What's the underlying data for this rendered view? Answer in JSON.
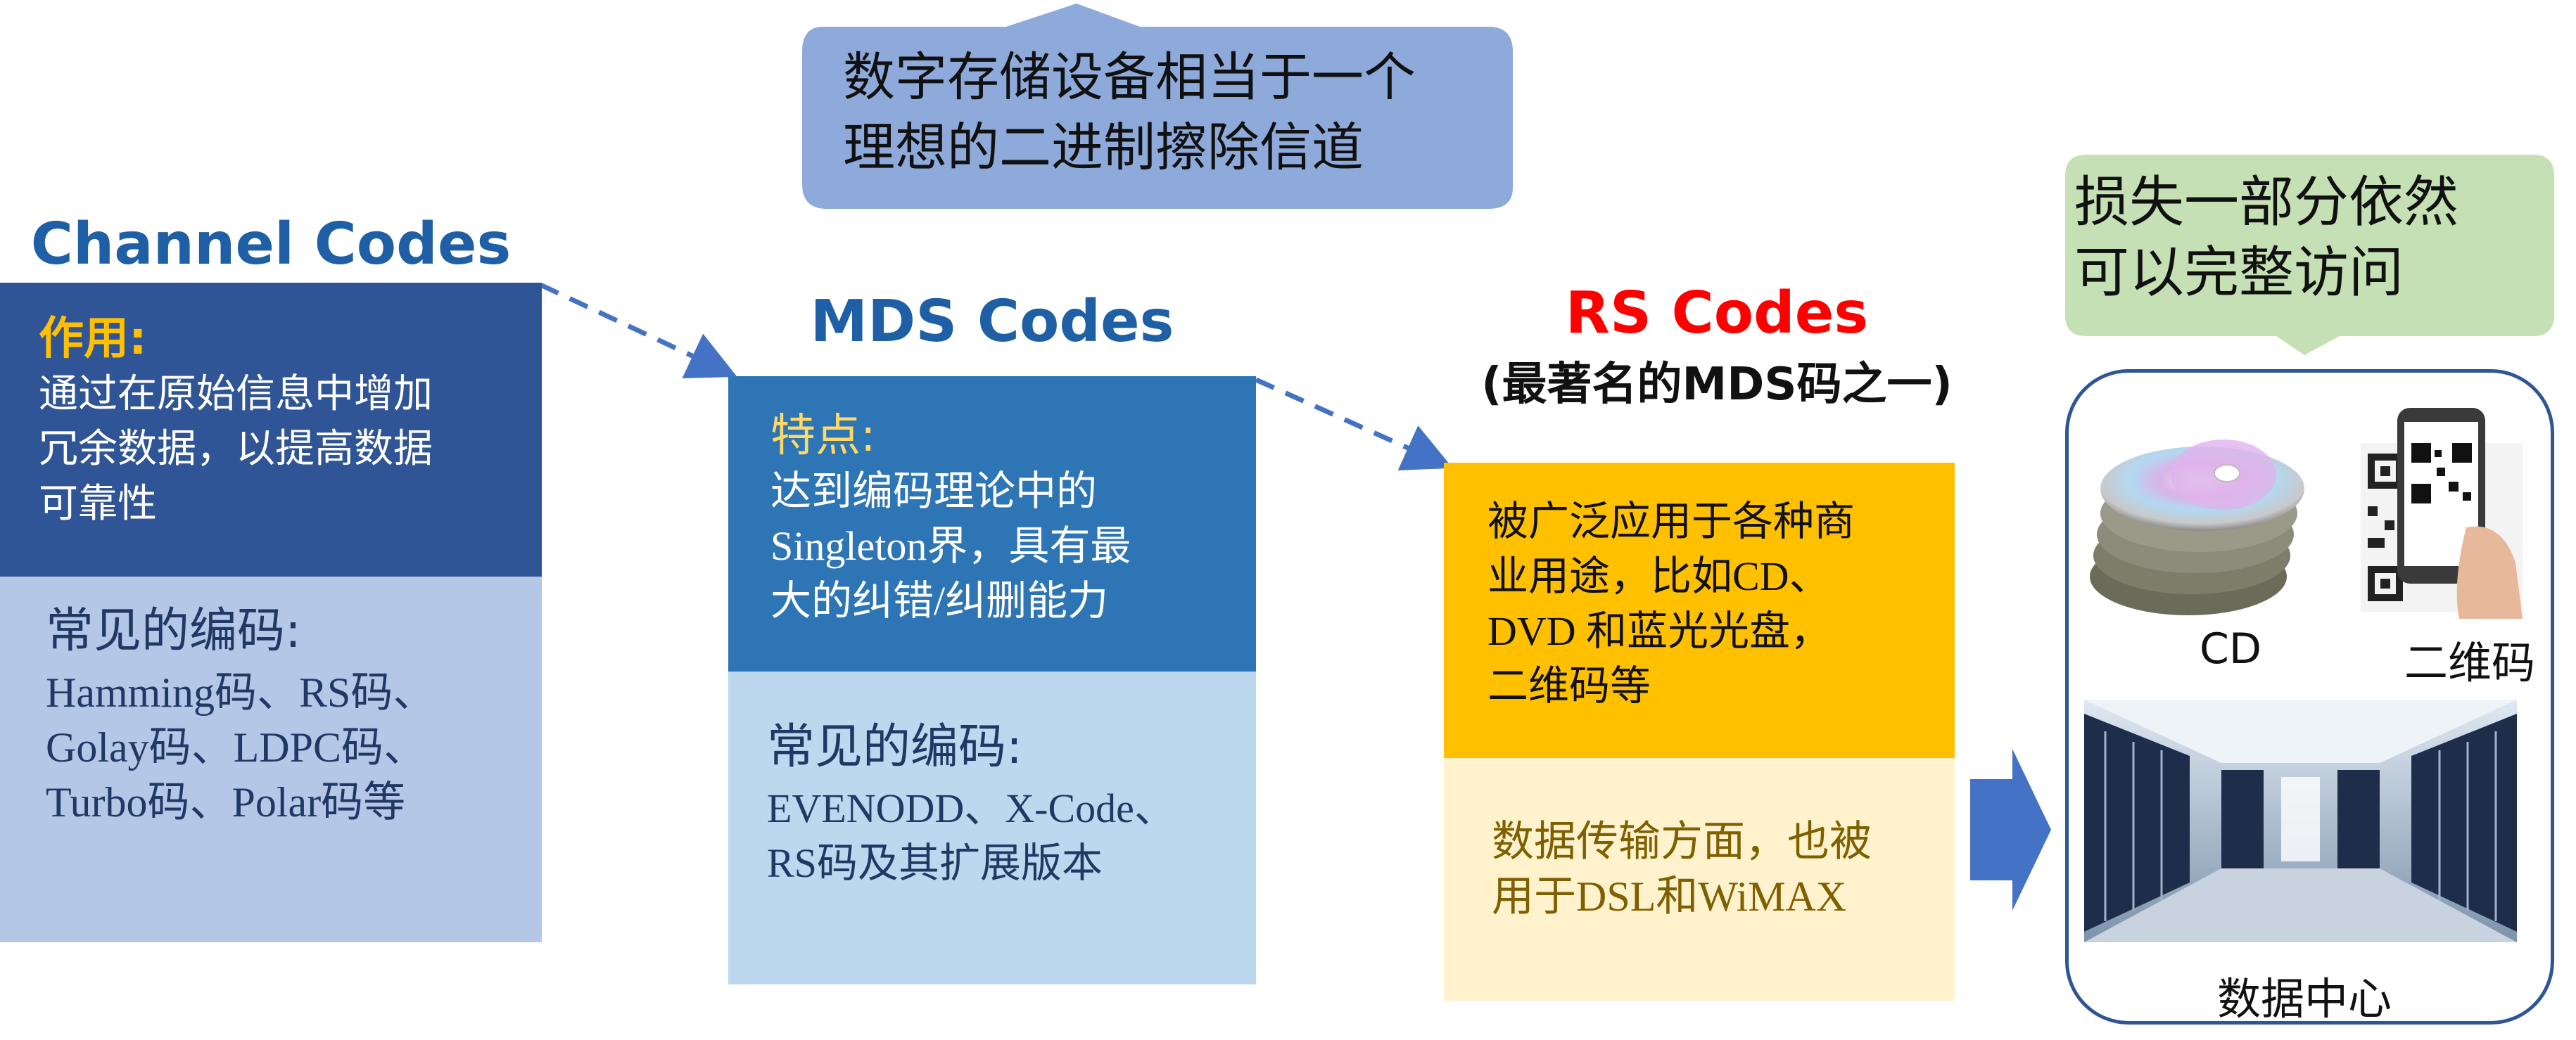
{
  "callout_top": {
    "lines": [
      "数字存储设备相当于一个",
      "理想的二进制擦除信道"
    ],
    "color": "#8eaadb"
  },
  "channel_codes": {
    "title": "Channel Codes",
    "role_label": "作用:",
    "role_lines": [
      "通过在原始信息中增加",
      "冗余数据，以提高数据",
      "可靠性"
    ],
    "common_label": "常见的编码:",
    "common_lines": [
      "Hamming码、RS码、",
      "Golay码、LDPC码、",
      "Turbo码、Polar码等"
    ],
    "colors": {
      "title": "#1f5fa5",
      "top": "#2f5597",
      "bottom": "#b4c7e7",
      "label": "#ffc000"
    }
  },
  "mds_codes": {
    "title": "MDS Codes",
    "feature_label": "特点:",
    "feature_lines": [
      "达到编码理论中的",
      "Singleton界，具有最",
      "大的纠错/纠删能力"
    ],
    "common_label": "常见的编码:",
    "common_lines": [
      "EVENODD、X-Code、",
      "RS码及其扩展版本"
    ],
    "colors": {
      "title": "#1f5fa5",
      "top": "#2e75b6",
      "bottom": "#bdd7ee",
      "label": "#ffd966"
    }
  },
  "rs_codes": {
    "title": "RS Codes",
    "subtitle": "(最著名的MDS码之一)",
    "top_lines": [
      "被广泛应用于各种商",
      "业用途，比如CD、",
      "DVD 和蓝光光盘，",
      "二维码等"
    ],
    "bottom_lines": [
      "数据传输方面，也被",
      "用于DSL和WiMAX"
    ],
    "colors": {
      "title": "#ff0000",
      "top": "#ffc000",
      "bottom": "#fff2cc",
      "bottom_text": "#7f6000"
    }
  },
  "callout_right": {
    "lines": [
      "损失一部分依然",
      "可以完整访问"
    ],
    "color": "#c5e0b4"
  },
  "examples_panel": {
    "cd_label": "CD",
    "qr_label": "二维码",
    "datacenter_label": "数据中心"
  },
  "arrow_color": "#4472c4"
}
